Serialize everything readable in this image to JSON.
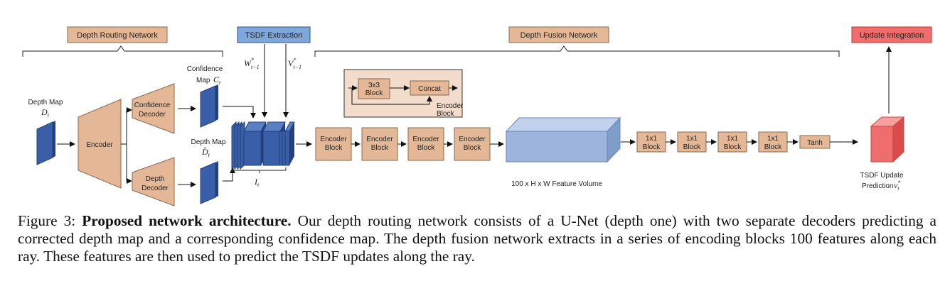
{
  "sections": {
    "depth_routing": "Depth Routing Network",
    "tsdf_extraction": "TSDF Extraction",
    "depth_fusion": "Depth Fusion Network",
    "update_integration": "Update Integration"
  },
  "routing": {
    "depth_map_title": "Depth Map",
    "depth_map_symbol": "D",
    "depth_map_sub": "t",
    "encoder": "Encoder",
    "confidence_decoder": [
      "Confidence",
      "Decoder"
    ],
    "depth_decoder": [
      "Depth",
      "Decoder"
    ],
    "confidence_map": [
      "Confidence",
      "Map"
    ],
    "confidence_symbol": "C",
    "confidence_sub": "t",
    "depth_map_out": "Depth Map",
    "depth_map_out_symbol": "D̂",
    "depth_map_out_sub": "t",
    "input_stack_symbol": "I",
    "input_stack_sub": "t"
  },
  "tsdf": {
    "w_symbol": "W",
    "w_sup": "*",
    "w_sub": "t−1",
    "v_symbol": "V",
    "v_sup": "*",
    "v_sub": "t−1"
  },
  "fusion": {
    "inset_block": [
      "3x3",
      "Block"
    ],
    "inset_concat": "Concat",
    "inset_caption": [
      "Encoder",
      "Block"
    ],
    "encoder_blocks": [
      [
        "Encoder",
        "Block"
      ],
      [
        "Encoder",
        "Block"
      ],
      [
        "Encoder",
        "Block"
      ],
      [
        "Encoder",
        "Block"
      ]
    ],
    "feature_volume": "100 x H x W Feature Volume",
    "one_by_one_blocks": [
      [
        "1x1",
        "Block"
      ],
      [
        "1x1",
        "Block"
      ],
      [
        "1x1",
        "Block"
      ],
      [
        "1x1",
        "Block"
      ]
    ],
    "tanh": "Tanh"
  },
  "output": {
    "tsdf_update": "TSDF Update",
    "prediction": "Prediction",
    "v_symbol": "v",
    "v_sup": "*",
    "v_sub": "t"
  },
  "caption": {
    "prefix": "Figure 3: ",
    "bold": "Proposed network architecture.",
    "text": " Our depth routing network consists of a U-Net (depth one) with two separate decoders predicting a corrected depth map and a corresponding confidence map. The depth fusion network extracts in a series of encoding blocks 100 features along each ray. These features are then used to predict the TSDF updates along the ray."
  },
  "colors": {
    "tan_fill": "#e4b896",
    "tan_stroke": "#8a6a52",
    "blue_fill": "#3a5fa8",
    "blue_dark": "#22407e",
    "light_blue": "#9db5dd",
    "tsdf_fill": "#7fa7dc",
    "update_fill": "#f06d6d",
    "inset_fill": "#f3dccb"
  }
}
